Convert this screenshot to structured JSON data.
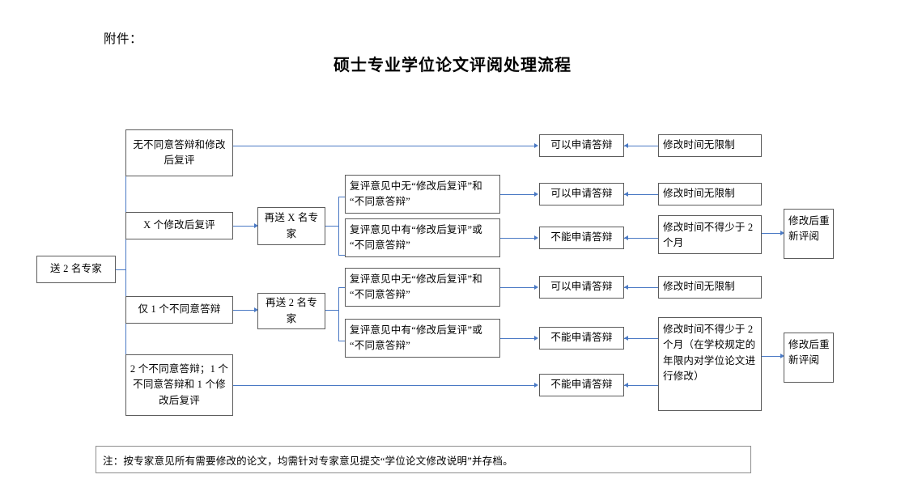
{
  "header": {
    "attachment_label": "附件：",
    "title": "硕士专业学位论文评阅处理流程"
  },
  "colors": {
    "connector": "#4a79c4",
    "box_border": "#5c5c5c",
    "note_border": "#8d8d8d",
    "background": "#ffffff",
    "text": "#000000"
  },
  "flow": {
    "start": {
      "label": "送 2 名专家"
    },
    "outcomes": [
      {
        "id": "outcome-no-objection",
        "label": "无不同意答辩和修改后复评"
      },
      {
        "id": "outcome-x-revise",
        "label": "X 个修改后复评"
      },
      {
        "id": "outcome-one-objection",
        "label": "仅 1 个不同意答辩"
      },
      {
        "id": "outcome-two-objection",
        "label": "2 个不同意答辩；1 个不同意答辩和 1 个修改后复评"
      }
    ],
    "resend": [
      {
        "id": "resend-x-experts",
        "label": "再送 X 名专家"
      },
      {
        "id": "resend-2-experts",
        "label": "再送 2 名专家"
      }
    ],
    "review_opinions": [
      {
        "id": "review-none-1",
        "label": "复评意见中无“修改后复评”和“不同意答辩”"
      },
      {
        "id": "review-has-1",
        "label": "复评意见中有“修改后复评”或“不同意答辩”"
      },
      {
        "id": "review-none-2",
        "label": "复评意见中无“修改后复评”和“不同意答辩”"
      },
      {
        "id": "review-has-2",
        "label": "复评意见中有“修改后复评”或“不同意答辩”"
      }
    ],
    "defense_results": [
      {
        "id": "defense-allowed-1",
        "label": "可以申请答辩"
      },
      {
        "id": "defense-allowed-2",
        "label": "可以申请答辩"
      },
      {
        "id": "defense-denied-1",
        "label": "不能申请答辩"
      },
      {
        "id": "defense-allowed-3",
        "label": "可以申请答辩"
      },
      {
        "id": "defense-denied-2",
        "label": "不能申请答辩"
      },
      {
        "id": "defense-denied-3",
        "label": "不能申请答辩"
      }
    ],
    "revision_time": [
      {
        "id": "time-unlimited-1",
        "label": "修改时间无限制"
      },
      {
        "id": "time-unlimited-2",
        "label": "修改时间无限制"
      },
      {
        "id": "time-min-2months",
        "label": "修改时间不得少于 2 个月"
      },
      {
        "id": "time-unlimited-3",
        "label": "修改时间无限制"
      },
      {
        "id": "time-min-2months-school",
        "label": "修改时间不得少于 2 个月（在学校规定的年限内对学位论文进行修改）"
      }
    ],
    "re_review": [
      {
        "id": "re-review-1",
        "label": "修改后重新评阅"
      },
      {
        "id": "re-review-2",
        "label": "修改后重新评阅"
      }
    ]
  },
  "footer": {
    "note": "注：按专家意见所有需要修改的论文，均需针对专家意见提交“学位论文修改说明”并存档。"
  }
}
